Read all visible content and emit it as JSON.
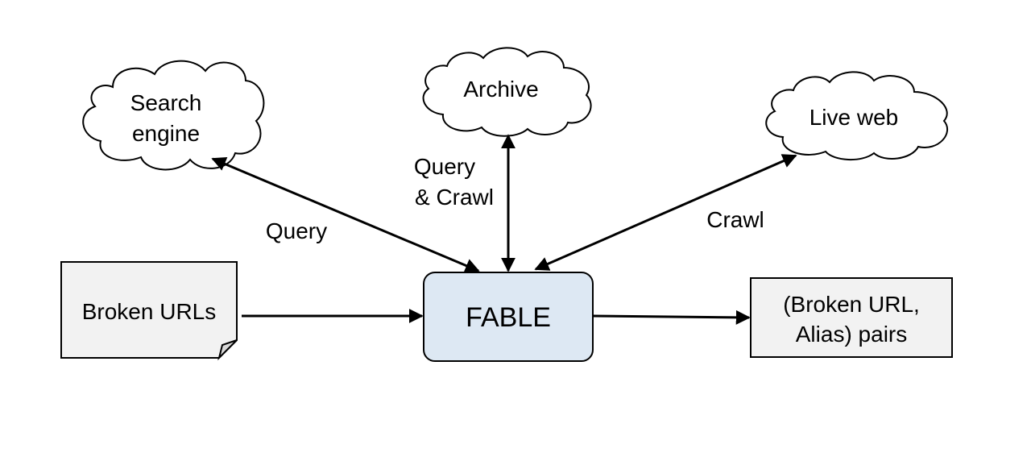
{
  "nodes": {
    "search_engine": {
      "line1": "Search",
      "line2": "engine"
    },
    "archive": {
      "label": "Archive"
    },
    "live_web": {
      "label": "Live web"
    },
    "broken_urls": {
      "label": "Broken URLs"
    },
    "fable": {
      "label": "FABLE"
    },
    "output": {
      "line1": "(Broken URL,",
      "line2": "Alias) pairs"
    }
  },
  "edges": {
    "query": {
      "label": "Query"
    },
    "query_crawl": {
      "line1": "Query",
      "line2": "& Crawl"
    },
    "crawl": {
      "label": "Crawl"
    }
  },
  "colors": {
    "fable_fill": "#dde8f3",
    "document_fill": "#f2f2f2",
    "output_fill": "#f2f2f2",
    "cloud_fill": "#ffffff",
    "stroke": "#000000"
  }
}
